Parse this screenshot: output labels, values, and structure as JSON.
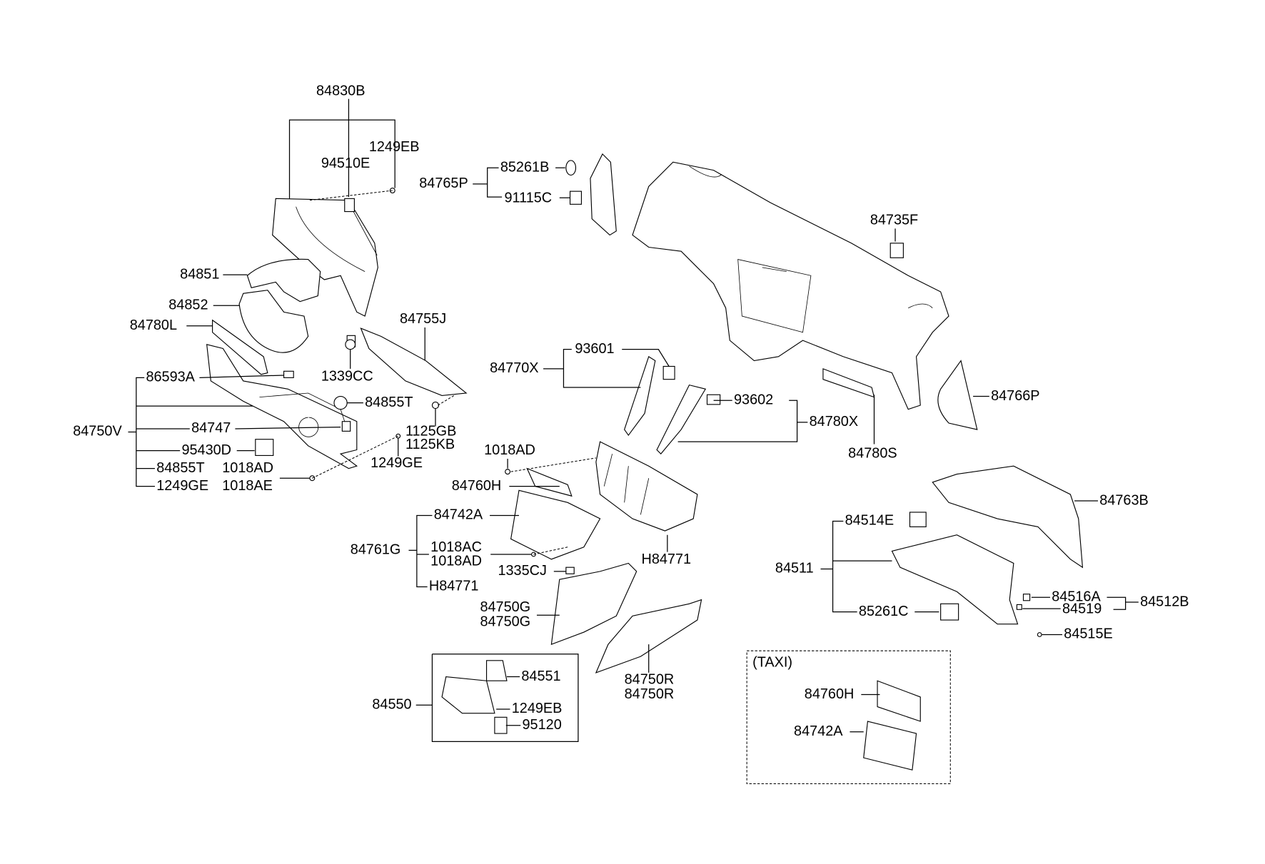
{
  "diagram": {
    "title": "Crash pad / lower panel parts diagram",
    "labels": [
      "84830B",
      "1249EB",
      "94510E",
      "84765P",
      "85261B",
      "91115C",
      "84735F",
      "84851",
      "84852",
      "84780L",
      "84755J",
      "93601",
      "84770X",
      "1339CC",
      "86593A",
      "84766P",
      "93602",
      "84855T",
      "84780X",
      "84750V",
      "84747",
      "1125GB",
      "1125KB",
      "95430D",
      "1018AD",
      "84780S",
      "1249GE",
      "84855T",
      "1018AD",
      "84760H",
      "1249GE",
      "1018AE",
      "84763B",
      "84742A",
      "84514E",
      "1018AC",
      "84761G",
      "1018AD",
      "H84771",
      "84511",
      "1335CJ",
      "H84771",
      "84516A",
      "84512B",
      "84750G",
      "84519",
      "85261C",
      "84750G",
      "84515E",
      "(TAXI)",
      "84750R",
      "84551",
      "84750R",
      "84760H",
      "84550",
      "1249EB",
      "95120",
      "84742A"
    ]
  }
}
